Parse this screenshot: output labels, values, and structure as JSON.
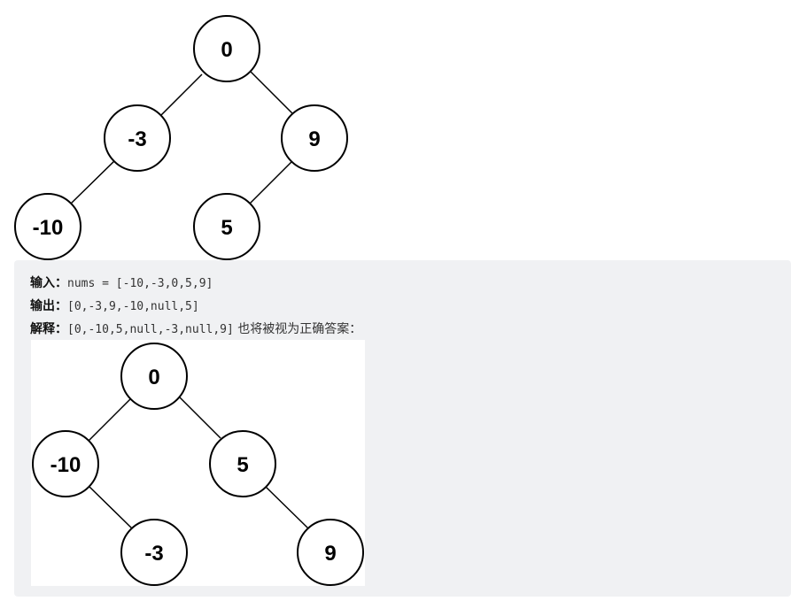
{
  "tree_one": {
    "nodes": [
      "0",
      "-3",
      "9",
      "-10",
      "5"
    ]
  },
  "example": {
    "input_label": "输入：",
    "input_value": "nums = [-10,-3,0,5,9]",
    "output_label": "输出：",
    "output_value": "[0,-3,9,-10,null,5]",
    "explain_label": "解释：",
    "explain_value": "[0,-10,5,null,-3,null,9]",
    "explain_suffix": " 也将被视为正确答案："
  },
  "tree_two": {
    "nodes": [
      "0",
      "-10",
      "5",
      "-3",
      "9"
    ]
  }
}
